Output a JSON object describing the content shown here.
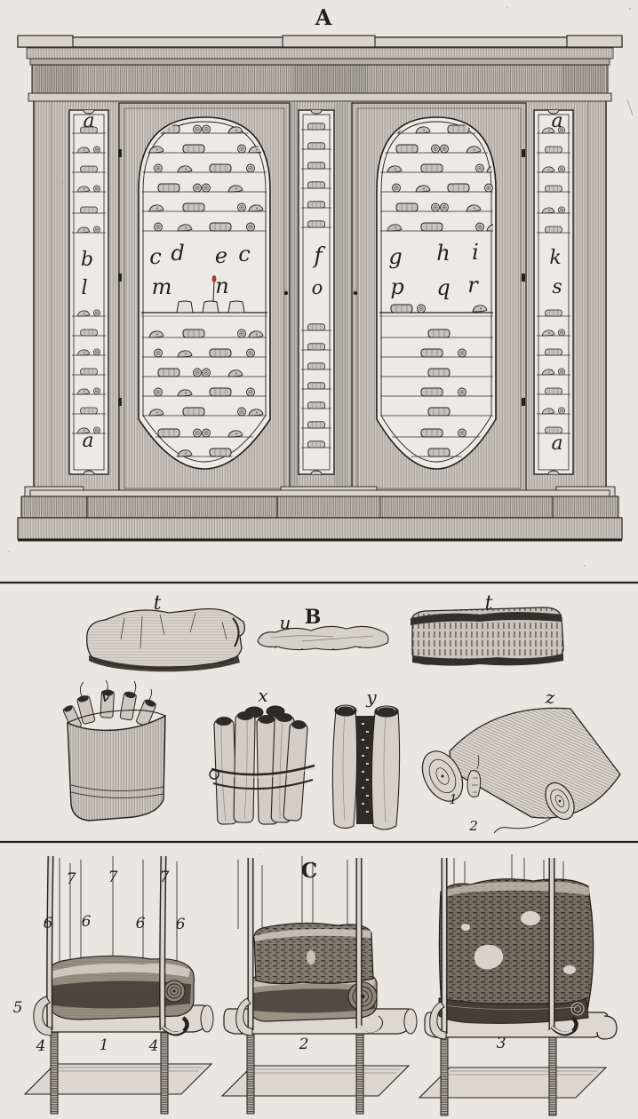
{
  "colors": {
    "paper": "#eae7e1",
    "ink": "#23211c",
    "accent_red": "#a53a2c"
  },
  "labels": {
    "section_a": "A",
    "a_left_panel_top": "a",
    "a_left_panel_mid1": "b",
    "a_left_panel_mid2": "l",
    "a_left_panel_bottom": "a",
    "a_left_door_r1c1": "c",
    "a_left_door_r1c2": "d",
    "a_left_door_r1c3": "e",
    "a_left_door_r1c4": "c",
    "a_left_door_r2c1": "m",
    "a_left_door_r2c2": "n",
    "a_center_panel_top": "f",
    "a_center_panel_bottom": "o",
    "a_right_door_r1c1": "g",
    "a_right_door_r1c2": "h",
    "a_right_door_r1c3": "i",
    "a_right_door_r2c1": "p",
    "a_right_door_r2c2": "q",
    "a_right_door_r2c3": "r",
    "a_right_panel_top": "a",
    "a_right_panel_mid1": "k",
    "a_right_panel_mid2": "s",
    "a_right_panel_bottom": "a",
    "section_b": "B",
    "b_scroll_left": "t",
    "b_scroll_small": "u",
    "b_scroll_right": "t",
    "b_case": "v",
    "b_bundle": "x",
    "b_split": "y",
    "b_open_scroll": "z",
    "b_fragment_1": "1",
    "b_fragment_2": "2",
    "section_c": "C",
    "c_thread_7a": "7",
    "c_thread_7b": "7",
    "c_thread_7c": "7",
    "c_silk_6a": "6",
    "c_silk_6b": "6",
    "c_silk_6c": "6",
    "c_silk_6d": "6",
    "c_hook_5": "5",
    "c_screw_4a": "4",
    "c_stage_1": "1",
    "c_screw_4b": "4",
    "c_stage_2": "2",
    "c_stage_3": "3"
  }
}
